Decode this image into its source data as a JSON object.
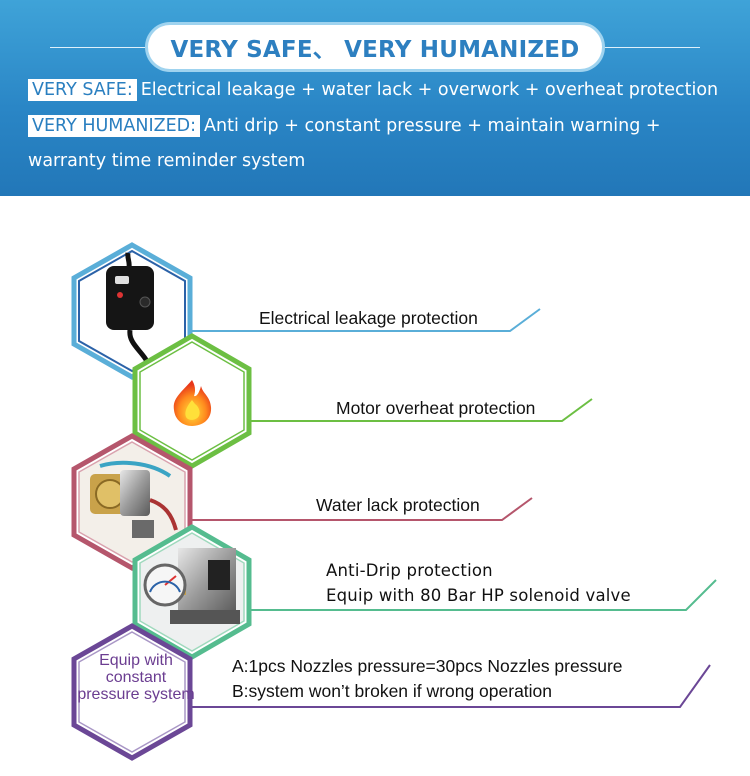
{
  "header": {
    "title": "VERY SAFE、 VERY HUMANIZED",
    "safe_tag": "VERY SAFE:",
    "safe_text": "Electrical leakage + water lack + overwork + overheat protection",
    "humanized_tag": "VERY HUMANIZED:",
    "humanized_text": "Anti drip + constant pressure + maintain warning +",
    "humanized_text_2": "warranty time reminder system"
  },
  "features": [
    {
      "label": "Electrical leakage protection",
      "icon": "leakage-plug-icon",
      "color": "#5aaed8"
    },
    {
      "label": "Motor overheat protection",
      "icon": "fire-icon",
      "color": "#6cbf43"
    },
    {
      "label": "Water lack protection",
      "icon": "pump-parts-icon",
      "color": "#b5566c"
    },
    {
      "label": "Anti-Drip protection",
      "label_2": "Equip with 80 Bar HP solenoid valve",
      "icon": "pressure-gauge-icon",
      "color": "#55bc8f"
    },
    {
      "label": "A:1pcs Nozzles pressure=30pcs Nozzles pressure",
      "label_2": "B:system won’t broken if wrong operation",
      "hex_text": "Equip with constant pressure system",
      "color": "#6b4796"
    }
  ]
}
